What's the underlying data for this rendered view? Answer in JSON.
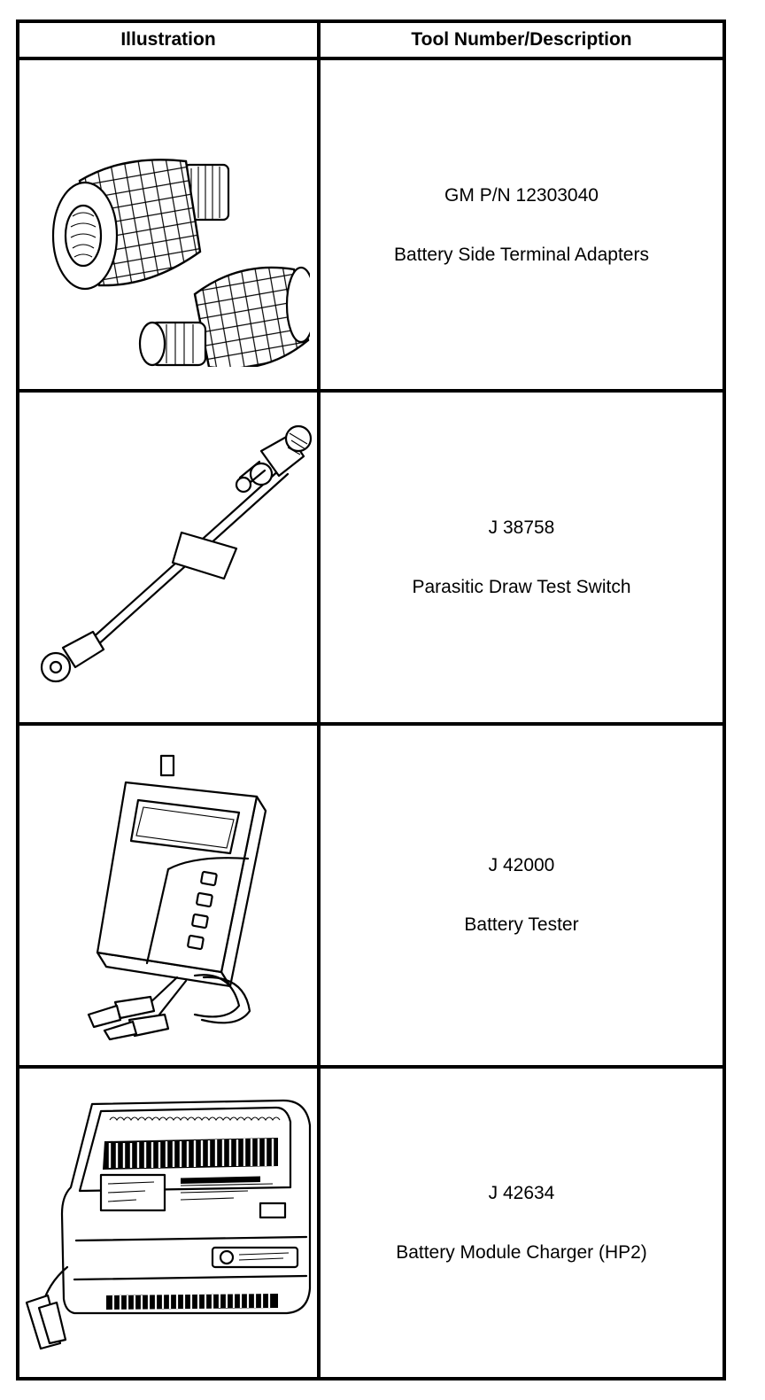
{
  "table": {
    "headers": {
      "illustration": "Illustration",
      "tool": "Tool Number/Description"
    },
    "rows": [
      {
        "number": "GM P/N 12303040",
        "description": "Battery Side Terminal Adapters",
        "icon": "terminal-adapters-icon"
      },
      {
        "number": "J 38758",
        "description": "Parasitic Draw Test Switch",
        "icon": "test-switch-icon"
      },
      {
        "number": "J 42000",
        "description": "Battery Tester",
        "icon": "battery-tester-icon"
      },
      {
        "number": "J 42634",
        "description": "Battery Module Charger (HP2)",
        "icon": "battery-charger-icon"
      }
    ]
  }
}
